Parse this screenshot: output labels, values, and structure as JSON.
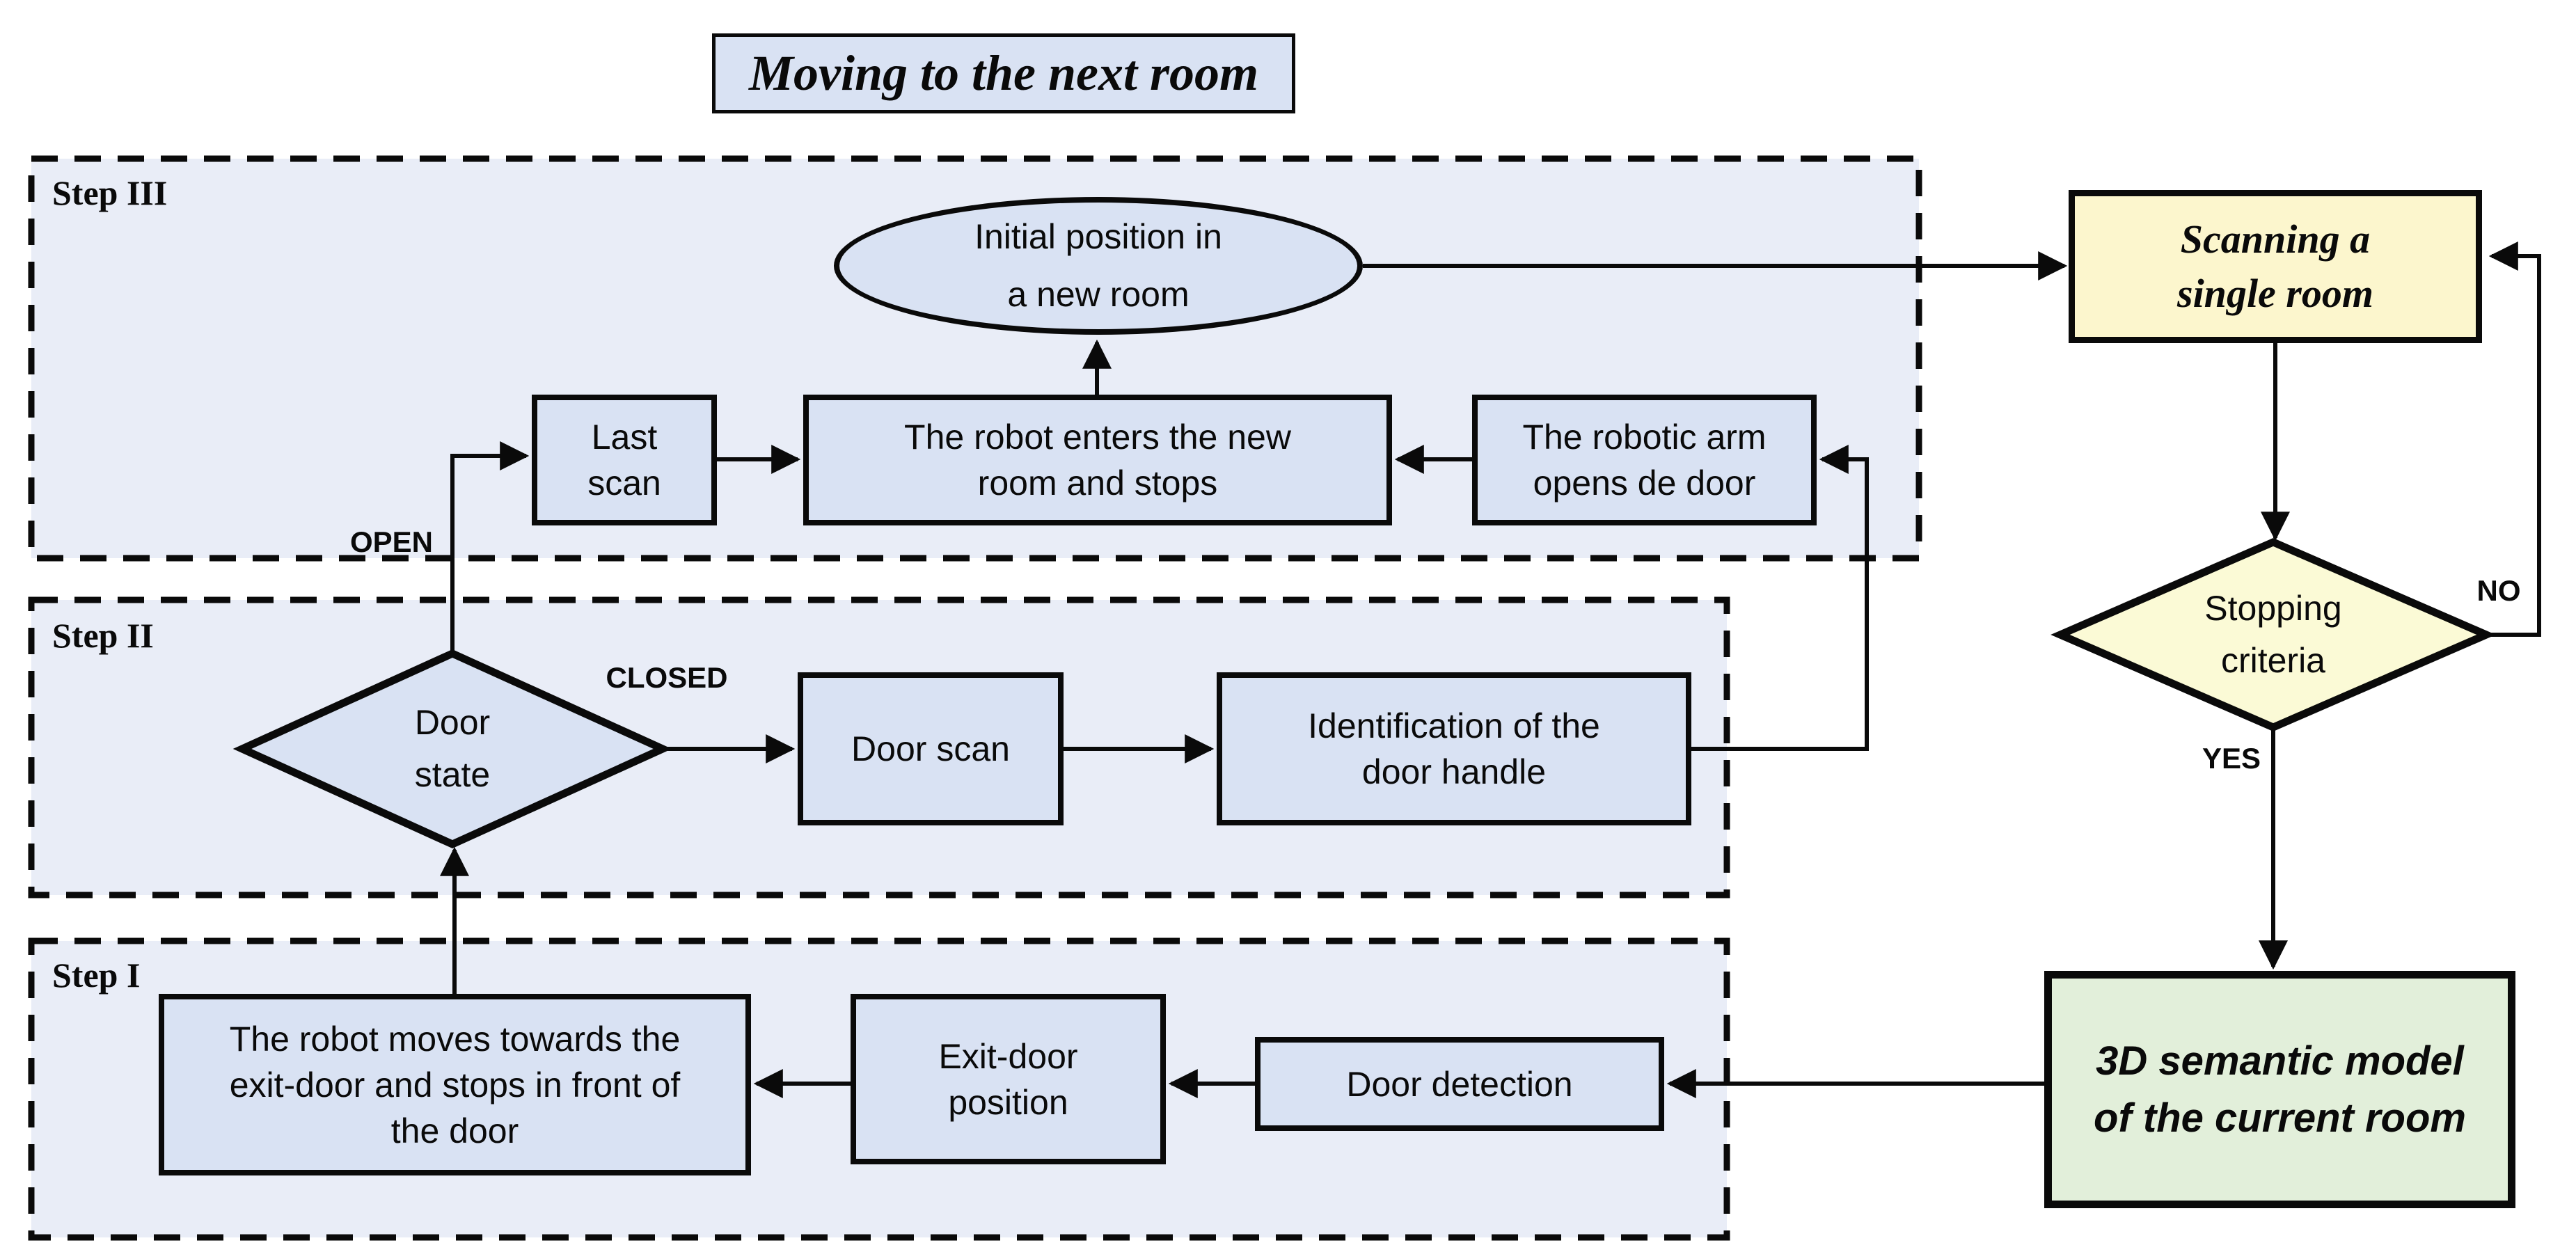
{
  "title": "Moving to the next room",
  "colors": {
    "node_blue": "#d9e2f3",
    "container_fill": "#e9edf7",
    "yellow": "#fcf6cd",
    "diamond_yellow": "#fbfad6",
    "green": "#e2efda",
    "line": "#0a0a0a"
  },
  "steps": {
    "step3": "Step III",
    "step2": "Step II",
    "step1": "Step I"
  },
  "nodes": {
    "initial_position": "Initial position in\na new room",
    "last_scan": "Last\nscan",
    "robot_enters": "The robot enters the new\nroom and stops",
    "robotic_arm": "The robotic arm\nopens de door",
    "door_state": "Door\nstate",
    "door_scan": "Door scan",
    "identification": "Identification of the\ndoor handle",
    "robot_moves": "The robot moves towards the\nexit-door and stops in front of\nthe door",
    "exit_door": "Exit-door\nposition",
    "door_detection": "Door detection",
    "scanning": "Scanning a\nsingle room",
    "stopping": "Stopping\ncriteria",
    "model3d": "3D semantic model\nof the current room"
  },
  "edge_labels": {
    "open": "OPEN",
    "closed": "CLOSED",
    "no": "NO",
    "yes": "YES"
  }
}
